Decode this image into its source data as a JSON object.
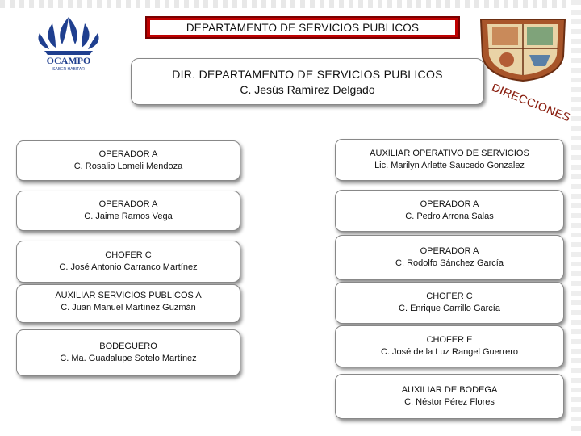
{
  "logo_left": {
    "icon": "municipal-logo-icon",
    "text": "OCAMPO",
    "subtext": "SABER HABITAR"
  },
  "title": "DEPARTAMENTO DE SERVICIOS PUBLICOS",
  "head": {
    "role": "DIR. DEPARTAMENTO DE SERVICIOS PUBLICOS",
    "person": "C. Jesús Ramírez Delgado"
  },
  "seal": {
    "icon": "coat-of-arms-icon"
  },
  "stamp_text": "DIRECCIONES",
  "left_column": [
    {
      "role": "OPERADOR  A",
      "person": "C.   Rosalio Lomeli Mendoza"
    },
    {
      "role": "OPERADOR  A",
      "person": "C.  Jaime Ramos Vega"
    },
    {
      "role": "CHOFER  C",
      "person": "C. José Antonio Carranco Martínez"
    },
    {
      "role": "AUXILIAR SERVICIOS PUBLICOS A",
      "person": "C. Juan Manuel  Martínez Guzmán"
    },
    {
      "role": "BODEGUERO",
      "person": "C. Ma. Guadalupe Sotelo Martínez"
    }
  ],
  "right_column": [
    {
      "role": "AUXILIAR OPERATIVO DE SERVICIOS",
      "person": "Lic.  Marilyn Arlette Saucedo Gonzalez"
    },
    {
      "role": "OPERADOR  A",
      "person": "C.  Pedro Arrona Salas"
    },
    {
      "role": "OPERADOR  A",
      "person": "C.  Rodolfo Sánchez García"
    },
    {
      "role": "CHOFER  C",
      "person": "C. Enrique Carrillo García"
    },
    {
      "role": "CHOFER  E",
      "person": "C. José de la Luz Rangel Guerrero"
    },
    {
      "role": "AUXILIAR DE BODEGA",
      "person": "C. Néstor Pérez Flores"
    }
  ]
}
